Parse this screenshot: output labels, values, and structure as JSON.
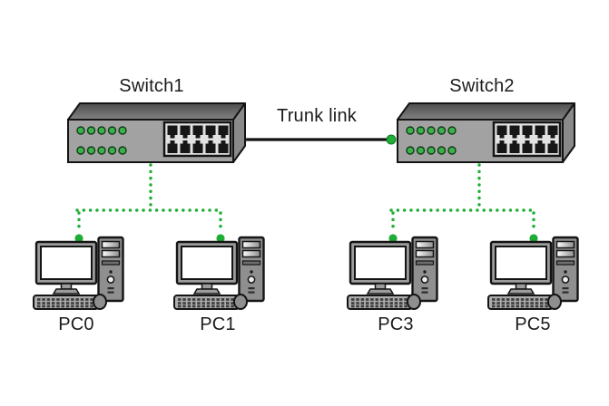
{
  "icons": {
    "switch": "network-switch-icon",
    "pc": "desktop-computer-icon",
    "connection_dot": "green-endpoint-dot",
    "trunk_line": "solid-black-link-line",
    "access_line": "green-dotted-link-line"
  },
  "colors": {
    "green": "#1fae35",
    "ledGreen": "#3ab14a",
    "ink": "#1b1b1b",
    "background": "#ffffff"
  },
  "devices": {
    "switches": [
      {
        "label": "Switch1"
      },
      {
        "label": "Switch2"
      }
    ],
    "pcs": [
      {
        "label": "PC0"
      },
      {
        "label": "PC1"
      },
      {
        "label": "PC3"
      },
      {
        "label": "PC5"
      }
    ]
  },
  "links": {
    "trunk_label": "Trunk link"
  }
}
